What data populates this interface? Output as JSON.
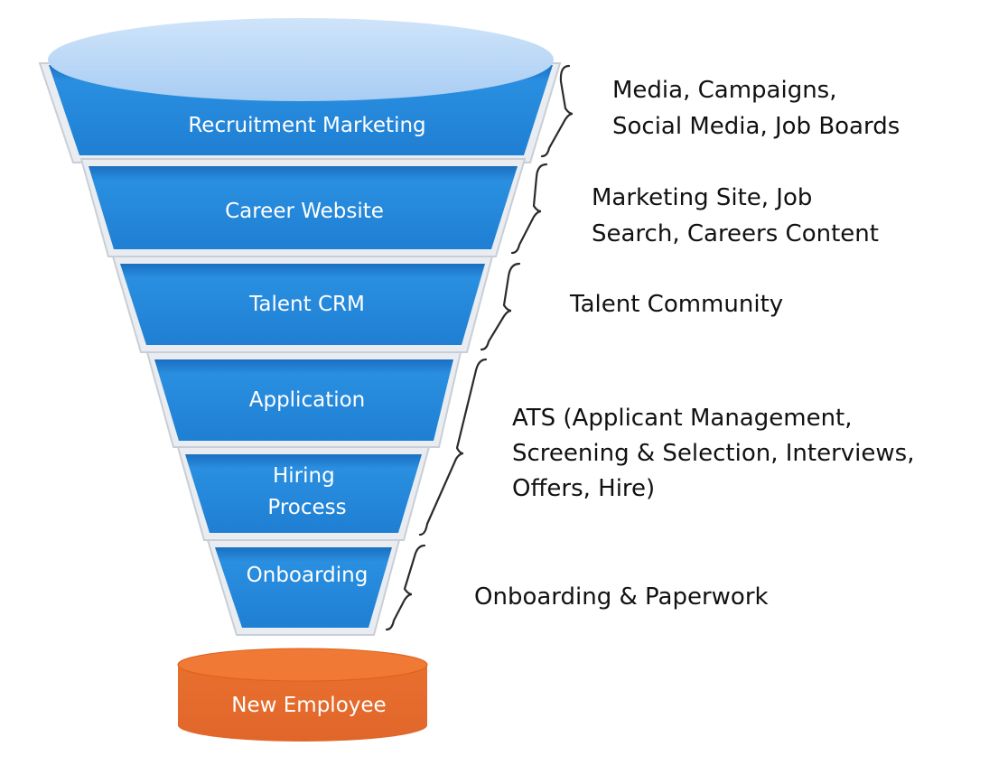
{
  "funnel": {
    "stages": [
      {
        "label_lines": [
          "Recruitment Marketing"
        ]
      },
      {
        "label_lines": [
          "Career Website"
        ]
      },
      {
        "label_lines": [
          "Talent CRM"
        ]
      },
      {
        "label_lines": [
          "Application"
        ]
      },
      {
        "label_lines": [
          "Hiring",
          "Process"
        ]
      },
      {
        "label_lines": [
          "Onboarding"
        ]
      }
    ],
    "annotations": [
      {
        "lines": [
          "Media, Campaigns,",
          "Social Media, Job Boards"
        ]
      },
      {
        "lines": [
          "Marketing Site, Job",
          "Search, Careers Content"
        ]
      },
      {
        "lines": [
          "Talent Community"
        ]
      },
      {
        "lines": [
          "ATS (Applicant Management,",
          "Screening & Selection, Interviews,",
          "Offers, Hire)"
        ]
      },
      {
        "lines": [
          "Onboarding & Paperwork"
        ]
      }
    ],
    "output": {
      "label": "New Employee"
    }
  },
  "colors": {
    "stage_fill": "#2a8fe0",
    "stage_fill_dark": "#1a6fc0",
    "rim_fill": "#b4d4f5",
    "output_fill": "#e8702e",
    "output_top": "#f07a35",
    "brace": "#2b2b2b"
  }
}
